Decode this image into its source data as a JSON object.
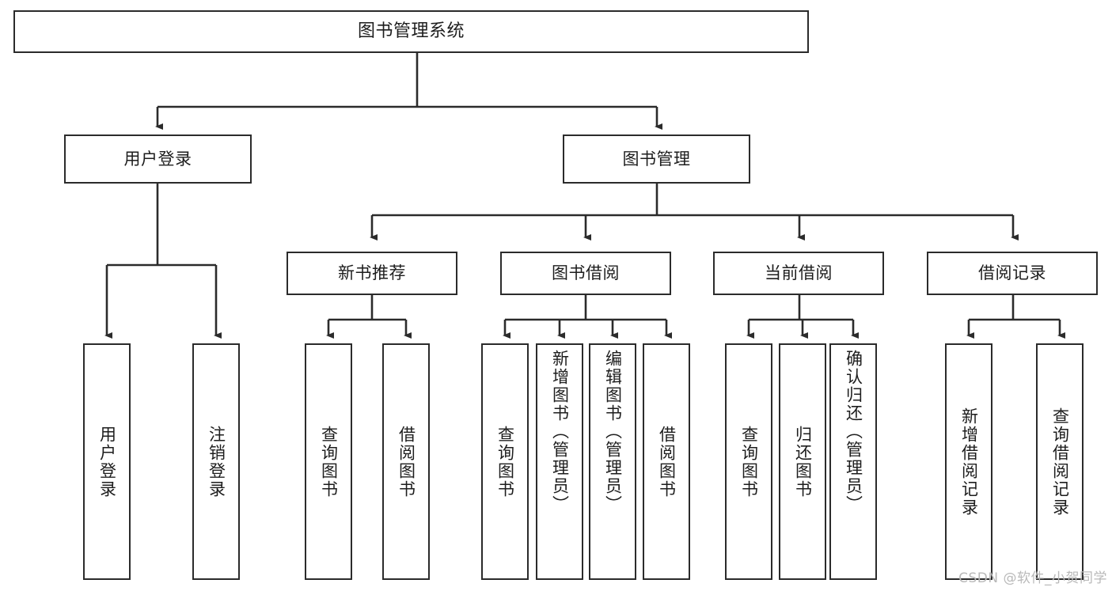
{
  "diagram": {
    "title": "图书管理系统",
    "watermark": "CSDN @软件_小贺同学",
    "colors": {
      "stroke": "#2b2b2b",
      "fill": "#ffffff",
      "text": "#1d1d1d",
      "watermark": "#b9b9b9"
    },
    "root": {
      "label": "图书管理系统"
    },
    "level2": [
      {
        "label": "用户登录"
      },
      {
        "label": "图书管理"
      }
    ],
    "level3": [
      {
        "label": "新书推荐"
      },
      {
        "label": "图书借阅"
      },
      {
        "label": "当前借阅"
      },
      {
        "label": "借阅记录"
      }
    ],
    "leaves": {
      "user_login": [
        {
          "label": "用户登录"
        },
        {
          "label": "注销登录"
        }
      ],
      "new_book_recommend": [
        {
          "label": "查询图书"
        },
        {
          "label": "借阅图书"
        }
      ],
      "book_borrow": [
        {
          "label": "查询图书"
        },
        {
          "label": "新增图书（管理员）"
        },
        {
          "label": "编辑图书（管理员）"
        },
        {
          "label": "借阅图书"
        }
      ],
      "current_borrow": [
        {
          "label": "查询图书"
        },
        {
          "label": "归还图书"
        },
        {
          "label": "确认归还（管理员）"
        }
      ],
      "borrow_record": [
        {
          "label": "新增借阅记录"
        },
        {
          "label": "查询借阅记录"
        }
      ]
    }
  }
}
